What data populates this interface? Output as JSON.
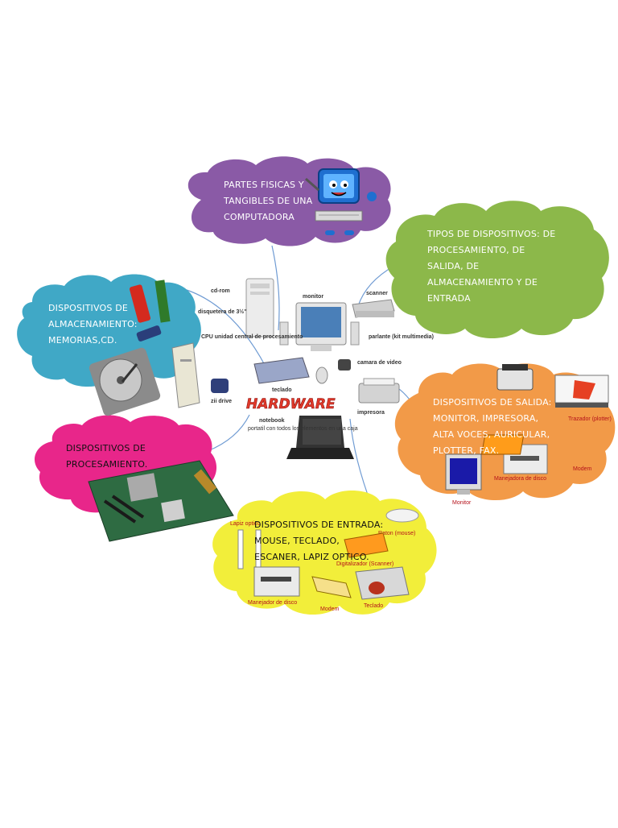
{
  "center": {
    "title": "HARDWARE",
    "labels": {
      "cdrom": "cd-rom",
      "disquetera": "disquetera de 3½\"",
      "cpu": "CPU unidad central de procesamiento",
      "monitor": "monitor",
      "scanner": "scanner",
      "parlante": "parlante (kit multimedia)",
      "camara": "camara de video",
      "teclado": "teclado",
      "ziidrive": "zii drive",
      "impresora": "impresora",
      "notebook": "notebook",
      "notebook_sub": "portatil con todos los elementos en una caja"
    }
  },
  "clouds": {
    "top": {
      "lines": [
        "PARTES FISICAS Y",
        "TANGIBLES DE UNA",
        "COMPUTADORA"
      ],
      "color": "#8a5aa6"
    },
    "right": {
      "lines": [
        "TIPOS DE DISPOSITIVOS: DE",
        "PROCESAMIENTO, DE",
        "SALIDA, DE",
        "ALMACENAMIENTO Y DE",
        "ENTRADA"
      ],
      "color": "#8cb84a"
    },
    "left": {
      "lines": [
        "DISPOSITIVOS DE",
        "ALMACENAMIENTO:",
        "MEMORIAS,CD."
      ],
      "color": "#40a8c6"
    },
    "salida": {
      "lines": [
        "DISPOSITIVOS DE SALIDA:",
        "MONITOR, IMPRESORA,",
        "ALTA VOCES, AURICULAR,",
        "PLOTTER, FAX."
      ],
      "color": "#f29a48"
    },
    "procesamiento": {
      "lines": [
        "DISPOSITIVOS DE",
        "PROCESAMIENTO."
      ],
      "color": "#e8268a"
    },
    "entrada": {
      "lines": [
        "DISPOSITIVOS DE ENTRADA:",
        "MOUSE, TECLADO,",
        "ESCANER, LAPIZ OPTICO."
      ],
      "color": "#f2ee3a"
    }
  },
  "images": {
    "salida": {
      "plotter": "Trazador (plotter)",
      "monitor": "Monitor",
      "manejadora": "Manejadora de disco",
      "modem": "Modem"
    },
    "entrada": {
      "lapiz": "Lapiz optico",
      "raton": "Raton (mouse)",
      "digitalizador": "Digitalizador (Scanner)",
      "manejador": "Manejador de disco",
      "modem": "Modem",
      "teclado": "Teclado"
    }
  }
}
